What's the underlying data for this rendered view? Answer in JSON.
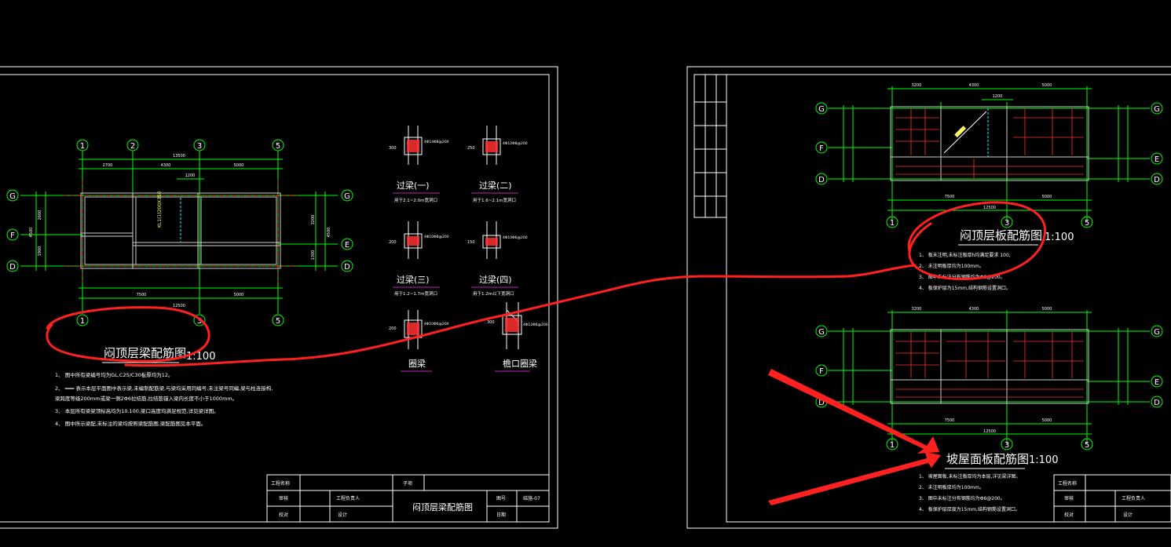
{
  "colors": {
    "background": "#000000",
    "frame": "#ffffff",
    "grid": "#00ff00",
    "beam": "#d8d8d8",
    "axis": "#ff4040",
    "rebar": "#ff3030",
    "annotation": "#ff2020",
    "section_fill": "#ff3030",
    "magenta": "#c020c0"
  },
  "left_sheet": {
    "grid_top": [
      "1",
      "2",
      "3",
      "5"
    ],
    "grid_bottom": [
      "1",
      "3",
      "5"
    ],
    "grid_left": [
      "G",
      "F",
      "D"
    ],
    "grid_right": [
      "G",
      "E",
      "D"
    ],
    "dims_top": {
      "total": "13500",
      "a": "2700",
      "b": "4300",
      "c": "5000",
      "d": "1200"
    },
    "dims_bottom": {
      "a": "7500",
      "b": "5000",
      "total": "12500"
    },
    "dims_left": {
      "total": "4500",
      "a": "2600",
      "b": "1900"
    },
    "dims_right": {
      "total": "4500",
      "a": "3200",
      "b": "1300"
    },
    "beam_label": "KL1(1)200X350",
    "plan_title": "闷顶层梁配筋图",
    "scale": "1:100",
    "notes": [
      "1、  图中所有梁编号均为GL,C25/C30板厚均为12。",
      "2、  ═══  表示本层平面图中表示梁,未编制配筋梁,与梁均采用同编号,未注梁号同编,梁与柱连接构,",
      "      梁跨度等级200mm或梁一侧2Φ6拉结筋,拉结筋锚入梁内长度不小于1000mm。",
      "3、  本层所有梁梁顶标高均为10.100,梁口高度均满足规范,详见梁详图。",
      "4、  图中所示梁配,未标注的梁均按照梁配筋图,梁配筋图见本平面。"
    ],
    "sections": [
      {
        "title": "过梁(一)",
        "note": "用于2.1~2.0m宽洞口",
        "dim": "300",
        "bar": "4Φ14Φ8@200"
      },
      {
        "title": "过梁(二)",
        "note": "用于1.6~2.1m宽洞口",
        "dim": "250",
        "bar": "4Φ12Φ8@200"
      },
      {
        "title": "过梁(三)",
        "note": "用于1.2~1.7m宽洞口",
        "dim": "200",
        "bar": "4Φ10Φ8@200"
      },
      {
        "title": "过梁(四)",
        "note": "用于1.2m以下宽洞口",
        "dim": "150",
        "bar": "4Φ10Φ6@200"
      },
      {
        "title": "圈梁",
        "note": "",
        "dim": "200",
        "bar": "4Φ10Φ6@200"
      },
      {
        "title": "檐口圈梁",
        "note": "",
        "dim": "300",
        "bar": "4Φ12Φ6@200"
      }
    ],
    "title_block": {
      "r1c1": "工程名称",
      "r1c3": "子项",
      "r2c1": "审核",
      "r2c2": "工程负责人",
      "r2c4": "图号",
      "r2c5": "结施-07",
      "r3c1": "校对",
      "r3c2": "设计",
      "r3c4": "日期",
      "drawing_name": "闷顶层梁配筋图"
    }
  },
  "right_sheet": {
    "plan1": {
      "grid_bottom": [
        "1",
        "3",
        "5"
      ],
      "grid_left": [
        "G",
        "F",
        "D"
      ],
      "grid_right": [
        "G",
        "E",
        "D"
      ],
      "dims_top": {
        "a": "3200",
        "b": "4300",
        "c": "5000",
        "d": "1200"
      },
      "dims_bottom": {
        "a": "7500",
        "b": "5000",
        "total": "12500"
      },
      "title": "闷顶层板配筋图",
      "scale": "1:100",
      "notes": [
        "1、  板未注明,未标注板厚h均满足要求 100,",
        "2、  未注明板厚均为100mm。",
        "3、  图中未标注分布钢筋均为Φ6@200。",
        "4、  板保护层为15mm,结构钢筋设置洞口。"
      ]
    },
    "plan2": {
      "grid_bottom": [
        "1",
        "3",
        "5"
      ],
      "grid_left": [
        "G",
        "F",
        "D"
      ],
      "grid_right": [
        "G",
        "E",
        "D"
      ],
      "dims_top": {
        "a": "3200",
        "b": "4300",
        "c": "5000"
      },
      "dims_bottom": {
        "a": "7500",
        "b": "5000",
        "total": "12500"
      },
      "title": "坡屋面板配筋图",
      "scale": "1:100",
      "notes": [
        "1、  坡屋面板,未标注板厚均为本层,详见梁详图。",
        "2、  未注明板厚均为100mm。",
        "3、  图中未标注分布钢筋均为Φ6@200。",
        "4、  板保护层厚度为15mm,结构钢筋设置洞口。"
      ]
    },
    "title_block": {
      "r1c1": "工程名称",
      "r2c1": "审核",
      "r2c2": "工程负责人",
      "r3c1": "校对",
      "r3c2": "设计"
    }
  }
}
